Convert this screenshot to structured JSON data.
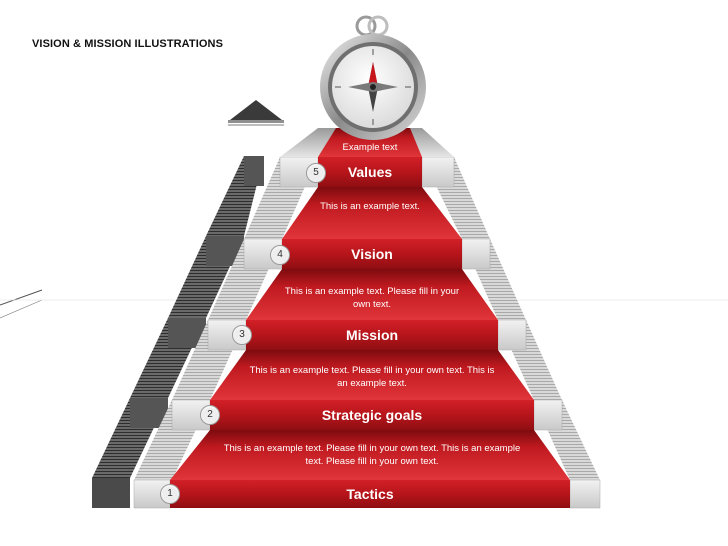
{
  "title": "VISION & MISSION ILLUSTRATIONS",
  "top_text": "Example text",
  "tiers": [
    {
      "number": "5",
      "label": "Values",
      "text_above": "Example text"
    },
    {
      "number": "4",
      "label": "Vision",
      "text_above": "This is an example text."
    },
    {
      "number": "3",
      "label": "Mission",
      "text_above": "This is an example text. Please fill in your own text."
    },
    {
      "number": "2",
      "label": "Strategic goals",
      "text_above": "This is an example text. Please fill in your own text. This is an example text."
    },
    {
      "number": "1",
      "label": "Tactics",
      "text_above": "This is an example text. Please fill in your own text. This is an example text. Please fill in your own text."
    }
  ],
  "colors": {
    "accent": "#c8161d",
    "accent_light": "#e0353a",
    "grey": "#bdbdbd"
  },
  "icons": [
    "compass-icon",
    "triangle-arrow-icon"
  ]
}
